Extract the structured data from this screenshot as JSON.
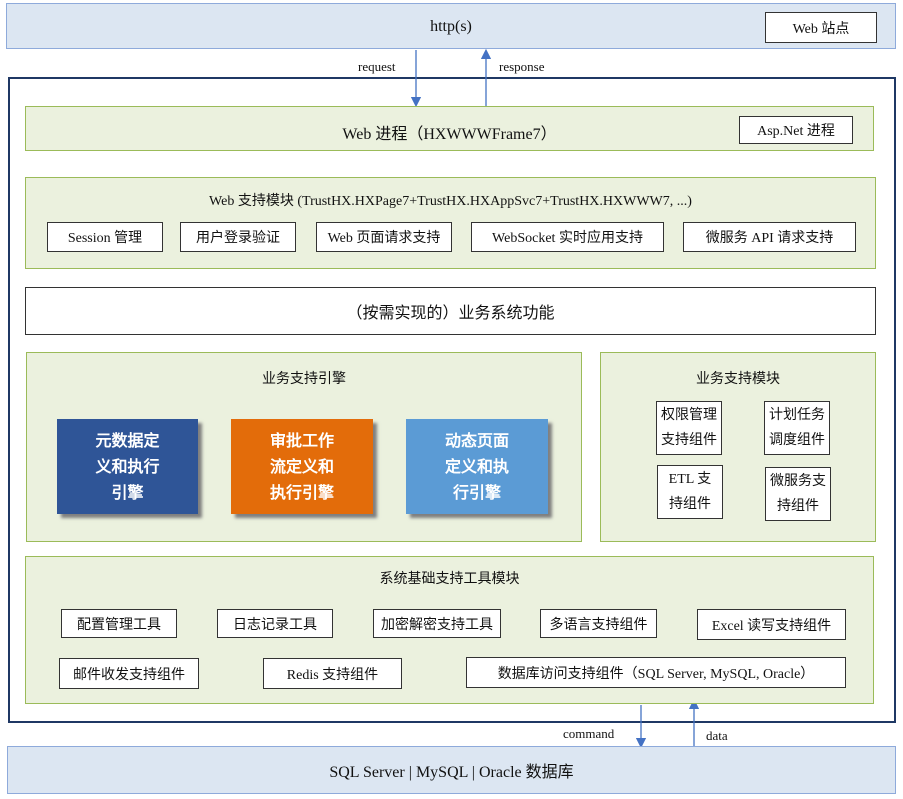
{
  "top": {
    "label": "http(s)",
    "site": "Web 站点"
  },
  "arrows": {
    "request": "request",
    "response": "response",
    "command": "command",
    "data": "data"
  },
  "web_process": {
    "title": "Web 进程（HXWWWFrame7）",
    "badge": "Asp.Net 进程"
  },
  "web_support": {
    "title": "Web  支持模块  (TrustHX.HXPage7+TrustHX.HXAppSvc7+TrustHX.HXWWW7, ...)",
    "items": [
      "Session 管理",
      "用户登录验证",
      "Web 页面请求支持",
      "WebSocket 实时应用支持",
      "微服务 API 请求支持"
    ]
  },
  "business": {
    "title": "（按需实现的）业务系统功能"
  },
  "engines": {
    "title": "业务支持引擎",
    "items": [
      {
        "lines": [
          "元数据定",
          "义和执行",
          "引擎"
        ],
        "color": "#2f5597"
      },
      {
        "lines": [
          "审批工作",
          "流定义和",
          "执行引擎"
        ],
        "color": "#e36c0a"
      },
      {
        "lines": [
          "动态页面",
          "定义和执",
          "行引擎"
        ],
        "color": "#5b9bd5"
      }
    ]
  },
  "biz_modules": {
    "title": "业务支持模块",
    "items": [
      {
        "lines": [
          "权限管理",
          "支持组件"
        ]
      },
      {
        "lines": [
          "计划任务",
          "调度组件"
        ]
      },
      {
        "lines": [
          "ETL 支",
          "持组件"
        ]
      },
      {
        "lines": [
          "微服务支",
          "持组件"
        ]
      }
    ]
  },
  "tools": {
    "title": "系统基础支持工具模块",
    "row1": [
      "配置管理工具",
      "日志记录工具",
      "加密解密支持工具",
      "多语言支持组件",
      "Excel  读写支持组件"
    ],
    "row2": [
      "邮件收发支持组件",
      "Redis 支持组件",
      "数据库访问支持组件（SQL Server, MySQL, Oracle）"
    ]
  },
  "database": {
    "label": "SQL Server | MySQL | Oracle 数据库"
  },
  "colors": {
    "band": "#dce6f2",
    "green": "#ebf1de",
    "frame": "#1f3864",
    "arrow": "#4472c4"
  }
}
